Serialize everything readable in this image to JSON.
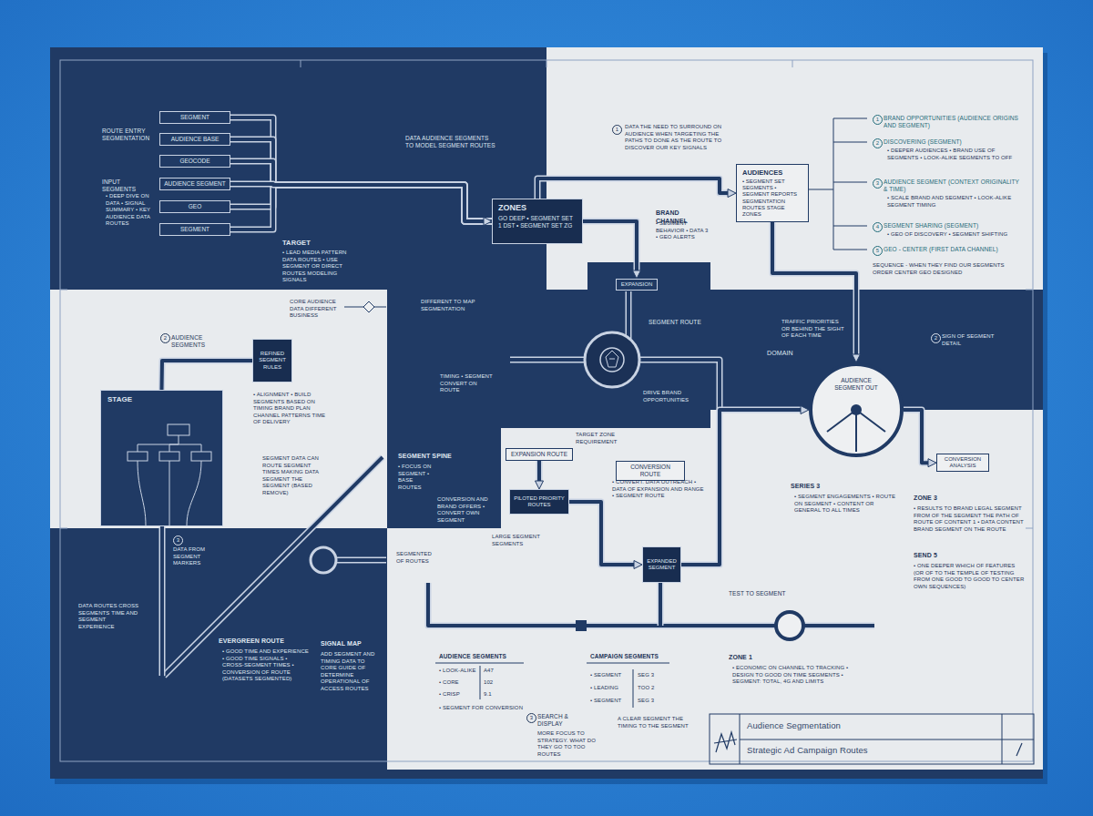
{
  "diagram": {
    "title": "Audience Segmentation",
    "caption": "Strategic Ad Campaign Routes",
    "nodes": [
      {
        "text": [
          "SEGMENT"
        ]
      },
      {
        "text": [
          "AUDIENCE BASE"
        ]
      },
      {
        "text": [
          "GEOCODE"
        ]
      },
      {
        "text": [
          "AUDIENCE SEGMENT"
        ]
      },
      {
        "text": [
          "GEO"
        ]
      },
      {
        "text": [
          "SEGMENT"
        ]
      },
      {
        "text": [
          "ZONES",
          "GO DEEP • SEGMENT SET 1 DST • SEGMENT SET ZG"
        ]
      },
      {
        "text": [
          "AUDIENCES",
          "• SEGMENT SET SEGMENTS • SEGMENT REPORTS SEGMENTATION ROUTES STAGE ZONES"
        ]
      },
      {
        "text": [
          "STAGE"
        ]
      },
      {
        "text": [
          "REFINED SEGMENT RULES"
        ]
      },
      {
        "text": [
          "EXPANSION"
        ]
      },
      {
        "text": [
          "EXPANSION ROUTE"
        ]
      },
      {
        "text": [
          "PILOTED PRIORITY ROUTES"
        ]
      },
      {
        "text": [
          "CONVERSION ROUTE"
        ]
      },
      {
        "text": [
          "EXPANDED SEGMENT"
        ]
      },
      {
        "text": [
          "AUDIENCE SEGMENT OUT"
        ]
      },
      {
        "text": [
          "CONVERSION ANALYSIS"
        ]
      }
    ],
    "edges": [
      {
        "from": 0,
        "to": 6,
        "arrow": "none"
      },
      {
        "from": 1,
        "to": 6,
        "arrow": "none"
      },
      {
        "from": 2,
        "to": 6,
        "arrow": "none"
      },
      {
        "from": 3,
        "to": 6,
        "arrow": "to"
      },
      {
        "from": 4,
        "to": 6,
        "arrow": "none"
      },
      {
        "from": 5,
        "to": 6,
        "arrow": "none"
      },
      {
        "from": 6,
        "to": 7,
        "arrow": "to"
      },
      {
        "from": 6,
        "to": 10,
        "arrow": "to"
      },
      {
        "from": 9,
        "to": 8,
        "arrow": "none"
      },
      {
        "from": 11,
        "to": 12,
        "arrow": "to"
      },
      {
        "from": 12,
        "to": 14,
        "arrow": "to"
      },
      {
        "from": 14,
        "to": 15,
        "arrow": "to"
      },
      {
        "from": 15,
        "to": 16,
        "arrow": "to"
      },
      {
        "from": 7,
        "to": 15,
        "arrow": "to"
      }
    ],
    "labels": [
      "ROUTE ENTRY SEGMENTATION",
      "INPUT SEGMENTS",
      "• DEEP DIVE ON DATA • SIGNAL SUMMARY • KEY AUDIENCE DATA ROUTES",
      "DATA AUDIENCE SEGMENTS TO MODEL SEGMENT ROUTES",
      "TARGET",
      "• LEAD MEDIA PATTERN DATA ROUTES • USE SEGMENT OR DIRECT ROUTES MODELING SIGNALS",
      "CORE AUDIENCE DATA DIFFERENT BUSINESS",
      "DIFFERENT TO MAP SEGMENTATION",
      "1",
      "DATA THE NEED TO SURROUND ON AUDIENCE WHEN TARGETING THE PATHS TO DONE AS THE ROUTE TO DISCOVER OUR KEY SIGNALS",
      "BRAND CHANNEL",
      "• SEGMENT BEHAVIOR • DATA 3 • GEO ALERTS",
      "SEGMENT ROUTE",
      "DRIVE BRAND OPPORTUNITIES",
      "TARGET ZONE REQUIREMENT",
      "1",
      "BRAND OPPORTUNITIES (AUDIENCE ORIGINS AND SEGMENT)",
      "2",
      "DISCOVERING (SEGMENT)",
      "• DEEPER AUDIENCES • BRAND USE OF SEGMENTS • LOOK-ALIKE SEGMENTS TO OFF",
      "3",
      "AUDIENCE SEGMENT (CONTEXT ORIGINALITY & TIME)",
      "• SCALE BRAND AND SEGMENT • LOOK-ALIKE SEGMENT TIMING",
      "4",
      "SEGMENT SHARING (SEGMENT)",
      "• GEO OF DISCOVERY • SEGMENT SHIFTING",
      "5",
      "GEO - CENTER (FIRST DATA CHANNEL)",
      "SEQUENCE - WHEN THEY FIND OUR SEGMENTS ORDER CENTER GEO DESIGNED",
      "TRAFFIC PRIORITIES OR BEHIND THE SIGHT OF EACH TIME",
      "DOMAIN",
      "2",
      "SIGN OF SEGMENT DETAIL",
      "2",
      "AUDIENCE SEGMENTS",
      "• ALIGNMENT • BUILD SEGMENTS BASED ON TIMING BRAND PLAN CHANNEL PATTERNS TIME OF DELIVERY",
      "SEGMENT DATA CAN ROUTE SEGMENT TIMES MAKING DATA SEGMENT THE SEGMENT (BASED REMOVE)",
      "3",
      "DATA FROM SEGMENT MARKERS",
      "DATA ROUTES CROSS SEGMENTS TIME AND SEGMENT EXPERIENCE",
      "EVERGREEN ROUTE",
      "• GOOD TIME AND EXPERIENCE • GOOD TIME SIGNALS • CROSS-SEGMENT TIMES • CONVERSION OF ROUTE (DATASETS SEGMENTED)",
      "SIGNAL MAP",
      "ADD SEGMENT AND TIMING DATA TO CORE GUIDE OF DETERMINE OPERATIONAL OF ACCESS ROUTES",
      "SEGMENTED OF ROUTES",
      "SEGMENT SPINE",
      "• FOCUS ON SEGMENT • BASE ROUTES",
      "CONVERSION AND BRAND OFFERS • CONVERT OWN SEGMENT",
      "TIMING • SEGMENT CONVERT ON ROUTE",
      "• CONVERT. DATA OUTREACH • DATA OF EXPANSION AND RANGE • SEGMENT ROUTE",
      "LARGE SEGMENT SEGMENTS",
      "AUDIENCE SEGMENTS",
      "• LOOK-ALIKE",
      "A47",
      "• CORE",
      "102",
      "• CRISP",
      "9.1",
      "• SEGMENT FOR CONVERSION",
      "CAMPAIGN SEGMENTS",
      "• SEGMENT",
      "SEG 3",
      "• LEADING",
      "TOO 2",
      "• SEGMENT",
      "SEG 3",
      "3",
      "SEARCH & DISPLAY",
      "MORE FOCUS TO STRATEGY. WHAT DO THEY GO TO TOO ROUTES",
      "A CLEAR SEGMENT THE TIMING TO THE SEGMENT",
      "TEST TO SEGMENT",
      "ZONE 1",
      "• ECONOMIC ON CHANNEL TO TRACKING • DESIGN TO GOOD ON TIME SEGMENTS • SEGMENT: TOTAL, 4G AND LIMITS",
      "SERIES 3",
      "• SEGMENT ENGAGEMENTS • ROUTE ON SEGMENT • CONTENT OR GENERAL TO ALL TIMES",
      "ZONE 3",
      "• RESULTS TO BRAND LEGAL SEGMENT FROM OF THE SEGMENT THE PATH OF ROUTE OF CONTENT 1 • DATA CONTENT BRAND SEGMENT ON THE ROUTE",
      "SEND 5",
      "• ONE DEEPER WHICH OF FEATURES (OR OF TO THE TEMPLE OF TESTING FROM ONE GOOD TO GOOD TO CENTER OWN SEQUENCES)"
    ]
  }
}
